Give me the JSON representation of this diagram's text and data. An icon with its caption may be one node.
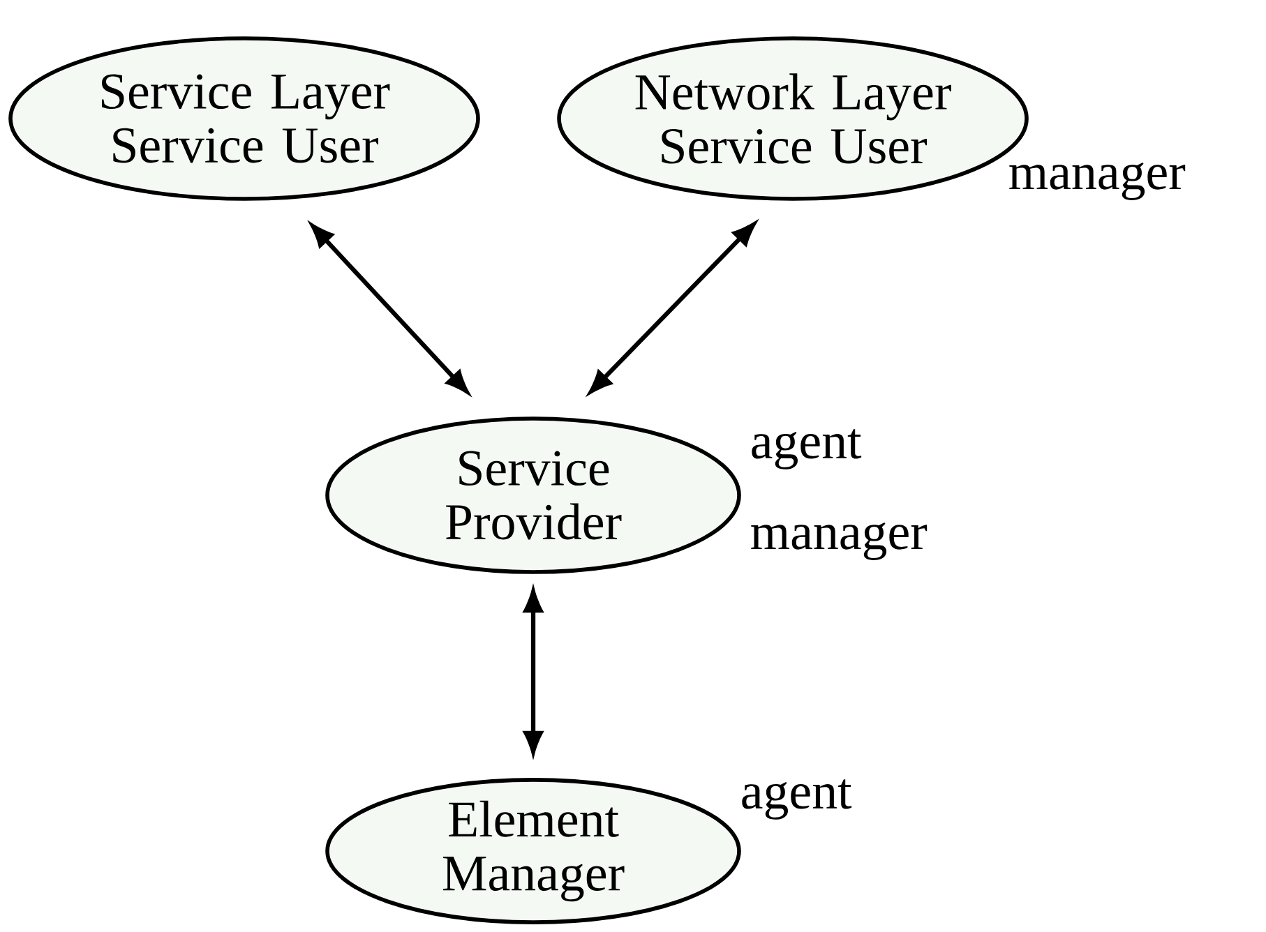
{
  "diagram": {
    "nodes": [
      {
        "text": [
          "Service Layer Service User"
        ]
      },
      {
        "text": [
          "Network Layer Service User"
        ],
        "beside": [
          "manager"
        ]
      },
      {
        "text": [
          "Service Provider"
        ],
        "beside": [
          "agent",
          "manager"
        ]
      },
      {
        "text": [
          "Element Manager"
        ],
        "beside": [
          "agent"
        ]
      }
    ],
    "edges": [
      {
        "from": 0,
        "to": 2,
        "arrow": "both"
      },
      {
        "from": 1,
        "to": 2,
        "arrow": "both"
      },
      {
        "from": 2,
        "to": 3,
        "arrow": "both"
      }
    ]
  }
}
